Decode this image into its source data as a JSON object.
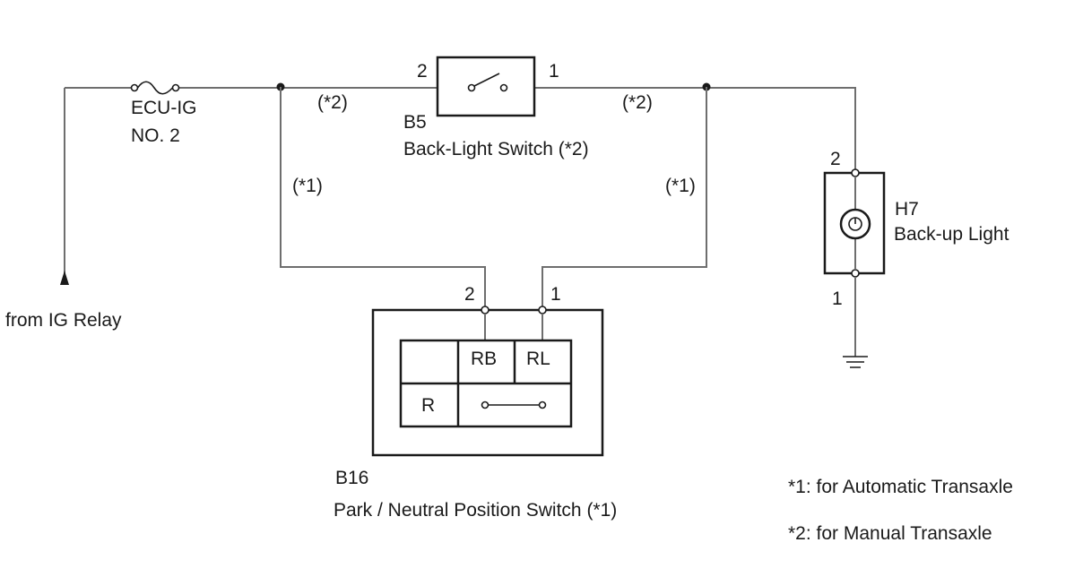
{
  "fuse": {
    "name_line1": "ECU-IG",
    "name_line2": "NO. 2"
  },
  "source": {
    "label": "from IG Relay"
  },
  "wire_notes": {
    "top_left": "(*2)",
    "top_right": "(*2)",
    "left_vertical": "(*1)",
    "right_vertical": "(*1)"
  },
  "backlight_switch": {
    "code": "B5",
    "name": "Back-Light Switch (*2)",
    "pin_left": "2",
    "pin_right": "1"
  },
  "pn_switch": {
    "code": "B16",
    "name": "Park / Neutral Position Switch (*1)",
    "pin_left": "2",
    "pin_right": "1",
    "table": {
      "col1": "RB",
      "col2": "RL",
      "row1": "R"
    }
  },
  "backup_light": {
    "code": "H7",
    "name": "Back-up Light",
    "pin_top": "2",
    "pin_bottom": "1"
  },
  "notes": {
    "note1": "*1: for Automatic Transaxle",
    "note2": "*2: for Manual Transaxle"
  }
}
